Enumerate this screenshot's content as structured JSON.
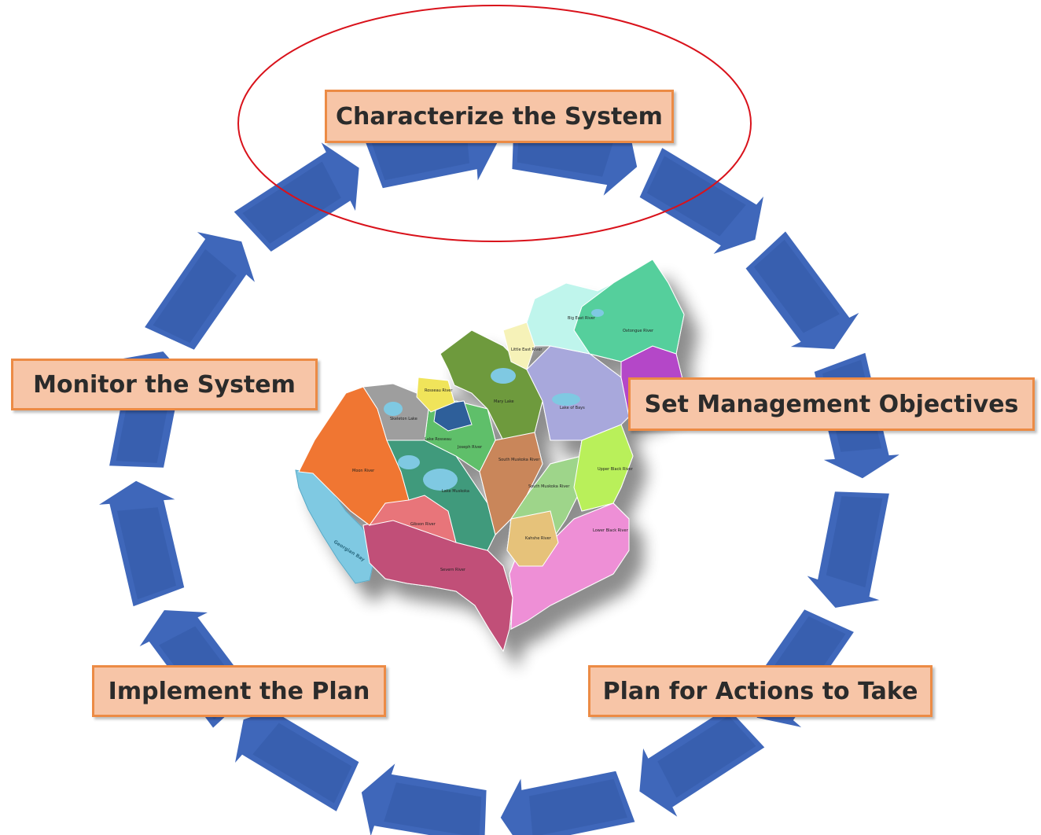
{
  "steps": [
    {
      "id": "characterize",
      "label": "Characterize the System",
      "highlighted": true
    },
    {
      "id": "objectives",
      "label": "Set Management Objectives"
    },
    {
      "id": "plan",
      "label": "Plan for Actions to Take"
    },
    {
      "id": "implement",
      "label": "Implement the Plan"
    },
    {
      "id": "monitor",
      "label": "Monitor the System"
    }
  ],
  "map": {
    "water_label": "Georgian Bay",
    "regions": [
      "Big East River",
      "Oxtongue River",
      "Little East River",
      "Rosseau River",
      "Skeleton Lake",
      "Mary Lake",
      "Lake of Bays",
      "Lake Rosseau",
      "Moon River",
      "Joseph River",
      "South Muskoka River",
      "South Muskoka River",
      "Upper Black River",
      "Lake Muskoka",
      "Gibson River",
      "Kahshe River",
      "Lower Black River",
      "Severn River"
    ]
  },
  "colors": {
    "ring": "#3f67ba",
    "ring_dark": "#2a4f9c",
    "box_fill": "#f7c5a7",
    "box_border": "#ec8b45",
    "highlight_ellipse": "#d9121b"
  }
}
